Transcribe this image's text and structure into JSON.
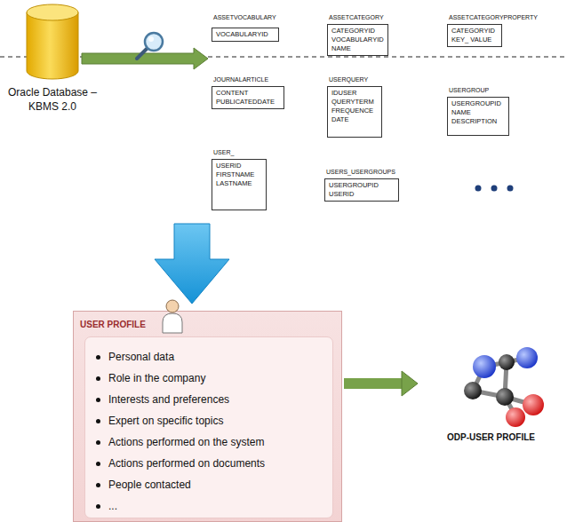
{
  "diagram": {
    "nodes": [
      {
        "text": [
          "Oracle Database – KBMS 2.0"
        ]
      },
      {
        "text": [
          "ASSETVOCABULARY",
          "VOCABULARYID"
        ]
      },
      {
        "text": [
          "ASSETCATEGORY",
          "CATEGORYID VOCABULARYID NAME"
        ]
      },
      {
        "text": [
          "ASSETCATEGORYPROPERTY",
          "CATEGORYID KEY_ VALUE"
        ]
      },
      {
        "text": [
          "JOURNALARTICLE",
          "CONTENT PUBLICATEDDATE"
        ]
      },
      {
        "text": [
          "USERQUERY",
          "IDUSER QUERYTERM FREQUENCE DATE"
        ]
      },
      {
        "text": [
          "USERGROUP",
          "USERGROUPID NAME DESCRIPTION"
        ]
      },
      {
        "text": [
          "USER_",
          "USERID FIRSTNAME LASTNAME"
        ]
      },
      {
        "text": [
          "USERS_USERGROUPS",
          "USERGROUPID USERID"
        ]
      },
      {
        "text": [
          "USER PROFILE"
        ]
      },
      {
        "text": [
          "Personal data",
          "Role in the company",
          "Interests and preferences",
          "Expert on specific topics",
          "Actions performed on the system",
          "Actions performed on documents",
          "People contacted",
          "..."
        ],
        "in": 9
      },
      {
        "text": [
          "ODP-USER PROFILE"
        ]
      }
    ],
    "edges": [
      {
        "from": 9,
        "to": 11,
        "arrow": "to"
      }
    ]
  }
}
